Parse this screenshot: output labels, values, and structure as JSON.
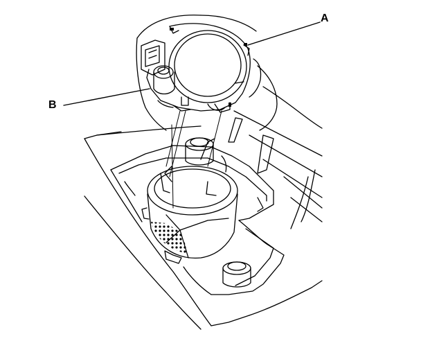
{
  "callouts": {
    "a": {
      "label": "A",
      "part": "ring"
    },
    "b": {
      "label": "B",
      "part": "release-button"
    }
  },
  "colors": {
    "line": "#000000",
    "background": "#ffffff"
  }
}
